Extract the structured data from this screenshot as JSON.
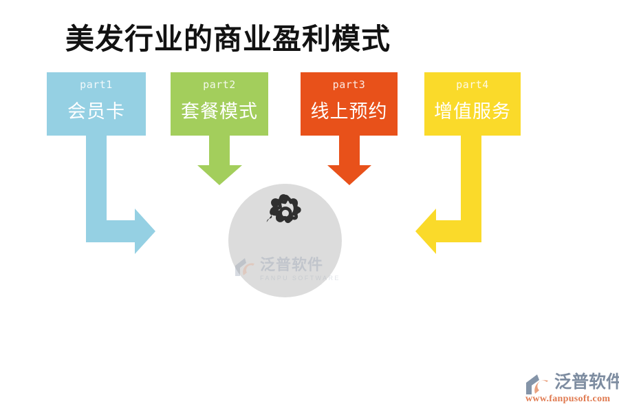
{
  "diagram": {
    "title": "美发行业的商业盈利模式",
    "background_color": "#ffffff"
  },
  "parts": [
    {
      "label": "part1",
      "title": "会员卡",
      "color": "#95d0e3",
      "arrow": "down-then-right",
      "arrow_color": "#95d0e3"
    },
    {
      "label": "part2",
      "title": "套餐模式",
      "color": "#a3ce5c",
      "arrow": "down",
      "arrow_color": "#a3ce5c"
    },
    {
      "label": "part3",
      "title": "线上预约",
      "color": "#e8511a",
      "arrow": "down",
      "arrow_color": "#e8511a"
    },
    {
      "label": "part4",
      "title": "增值服务",
      "color": "#fada2a",
      "arrow": "down-then-left",
      "arrow_color": "#fada2a"
    }
  ],
  "hub": {
    "icon": "gear-icon",
    "circle_color": "#dcdcdc",
    "icon_color": "#2f2f2f",
    "watermark_cn": "泛普软件",
    "watermark_en": "FANPU SOFTWARE"
  },
  "brand": {
    "name_cn": "泛普软件",
    "url": "www.fanpusoft.com",
    "name_color": "#7d8ca0",
    "url_color": "#e07a50"
  }
}
